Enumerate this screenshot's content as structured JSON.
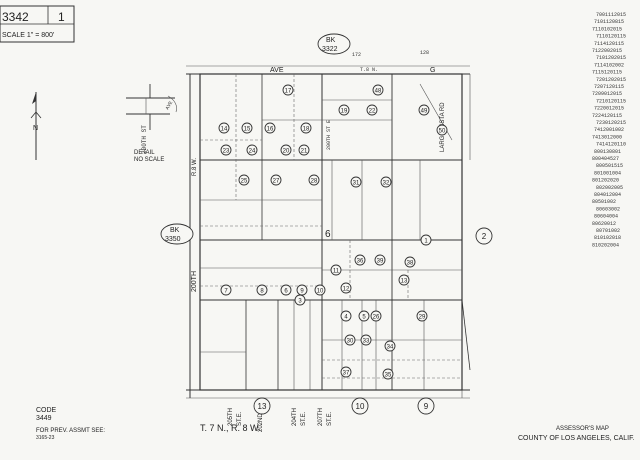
{
  "header": {
    "book": "3342",
    "page": "1",
    "scale": "SCALE 1\" = 800'"
  },
  "badges": {
    "bk_north": {
      "bk": "BK",
      "number": "3322"
    },
    "bk_west": {
      "bk": "BK",
      "number": "3350"
    }
  },
  "labels": {
    "north": "N",
    "detail": "DETAIL",
    "no_scale": "NO SCALE",
    "detail_ave": "AVE",
    "detail_street": "200TH ST",
    "ave": "AVE",
    "ave_g": "G",
    "township_top": "T.8 N.",
    "hand_a": "172",
    "hand_b": "128",
    "street_200th": "200TH",
    "range": "R.8 W.",
    "largo_vista": "LARGO VISTA RD",
    "street_200th_e": "200TH ST E",
    "street_205th": "205TH",
    "street_205th_e": "ST.E.",
    "street_202nd": "202ND ST.E.",
    "street_204th": "204TH",
    "street_204th_e": "ST.E.",
    "street_207th": "207TH",
    "street_207th_e": "ST.E.",
    "section": "6"
  },
  "parcels": [
    "17",
    "14",
    "15",
    "16",
    "18",
    "19",
    "22",
    "23",
    "24",
    "20",
    "21",
    "25",
    "27",
    "28",
    "31",
    "32",
    "48",
    "49",
    "50",
    "3",
    "4",
    "5",
    "26",
    "29",
    "30",
    "33",
    "34",
    "1",
    "7",
    "8",
    "6",
    "9",
    "10",
    "11",
    "12",
    "13",
    "38",
    "39",
    "36",
    "35",
    "37"
  ],
  "adjoining_pages": [
    "2",
    "13",
    "10",
    "9"
  ],
  "references": [
    "7001112015",
    "7101120815",
    "7110102015",
    "7110120115",
    "7114120115",
    "7122002015",
    "7101202015",
    "7114102002",
    "7115120115",
    "7201202015",
    "7207120115",
    "7209012015",
    "7210120115",
    "7220012015",
    "7224120115",
    "7230120215",
    "7412001002",
    "7413012000",
    "7414120110",
    "800130801",
    "800404527",
    "800501515",
    "801001004",
    "801202020",
    "802002005",
    "804012004",
    "80501002",
    "80603002",
    "80604004",
    "80620012",
    "80701002",
    "810102018",
    "810202004"
  ],
  "footer": {
    "code": "CODE",
    "code_number": "3449",
    "prev": "FOR PREV. ASSMT SEE:",
    "prev_ref": "3165-23",
    "township": "T. 7 N., R. 8 W.",
    "assessor": "ASSESSOR'S MAP",
    "county": "COUNTY OF LOS ANGELES, CALIF."
  }
}
